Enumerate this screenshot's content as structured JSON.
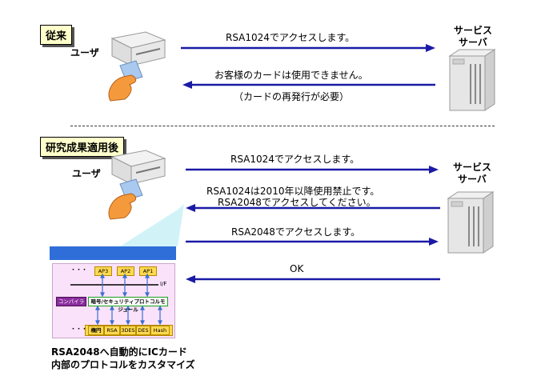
{
  "section_before": {
    "title": "従来"
  },
  "section_after": {
    "title": "研究成果適用後"
  },
  "actors": {
    "user_label_top": "ユーザ",
    "user_label_bottom": "ユーザ",
    "server_label_top": [
      "サービス",
      "サーバ"
    ],
    "server_label_bottom": [
      "サービス",
      "サーバ"
    ]
  },
  "messages_before": [
    {
      "text": "RSA1024でアクセスします。",
      "direction": "right"
    },
    {
      "text": "お客様のカードは使用できません。",
      "sub": "（カードの再発行が必要）",
      "direction": "left"
    }
  ],
  "messages_after": [
    {
      "text": "RSA1024でアクセスします。",
      "direction": "right"
    },
    {
      "text": "RSA1024は2010年以降使用禁止です。",
      "sub": "RSA2048でアクセスしてください。",
      "direction": "left"
    },
    {
      "text": "RSA2048でアクセスします。",
      "direction": "right"
    },
    {
      "text": "OK",
      "direction": "left"
    }
  ],
  "inset": {
    "dots_top": "・・・",
    "apps": [
      "AP3",
      "AP2",
      "AP1"
    ],
    "if_label": "I/F",
    "compiler": "コンパイラ",
    "module": "暗号/セキュリティプロトコルモジュール",
    "dots_bottom": "・・・",
    "algorithms": [
      "楕円",
      "RSA",
      "3DES",
      "DES",
      "Hash"
    ]
  },
  "caption": [
    "RSA2048へ自動的にICカード",
    "内部のプロトコルをカスタマイズ"
  ],
  "colors": {
    "arrow": "#1a1aa6",
    "inset_header": "#2f6ed9",
    "inset_bg": "#fbe2fb",
    "module_border": "#19a11a"
  }
}
